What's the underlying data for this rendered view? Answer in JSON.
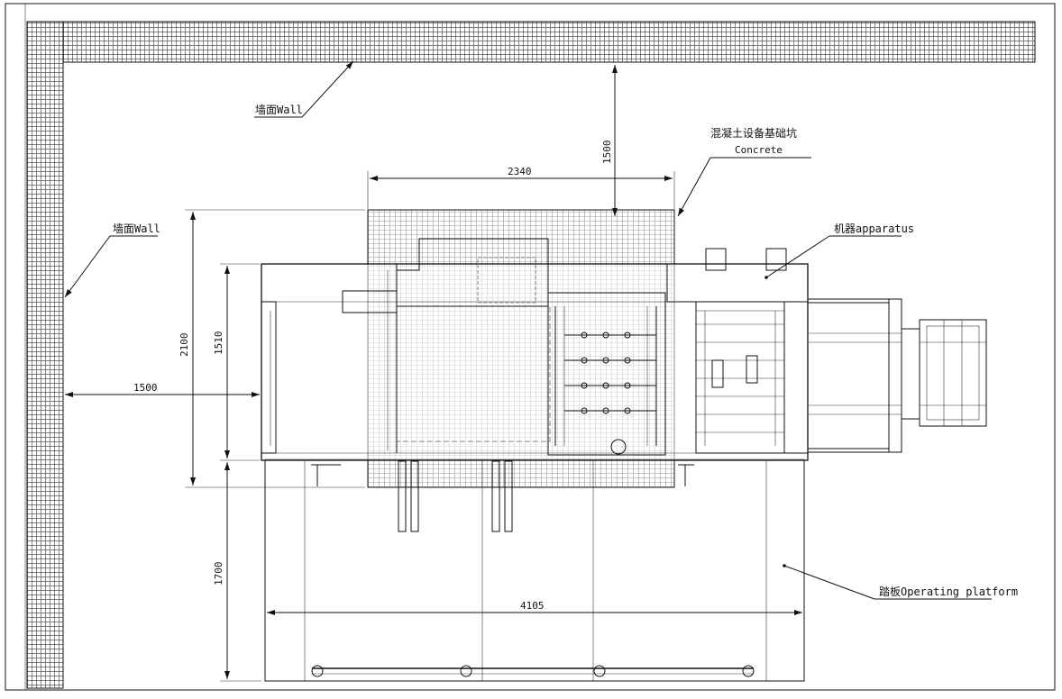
{
  "labels": {
    "wall_top": "墙面Wall",
    "wall_left": "墙面Wall",
    "concrete_cn": "混凝土设备基础坑",
    "concrete_en": "Concrete",
    "apparatus": "机器apparatus",
    "platform": "踏板Operating platform"
  },
  "dimensions": {
    "pit_width": "2340",
    "wall_clearance_top": "1500",
    "pit_depth": "2100",
    "machine_depth": "1510",
    "wall_clearance_left": "1500",
    "platform_depth": "1700",
    "platform_width": "4105"
  }
}
